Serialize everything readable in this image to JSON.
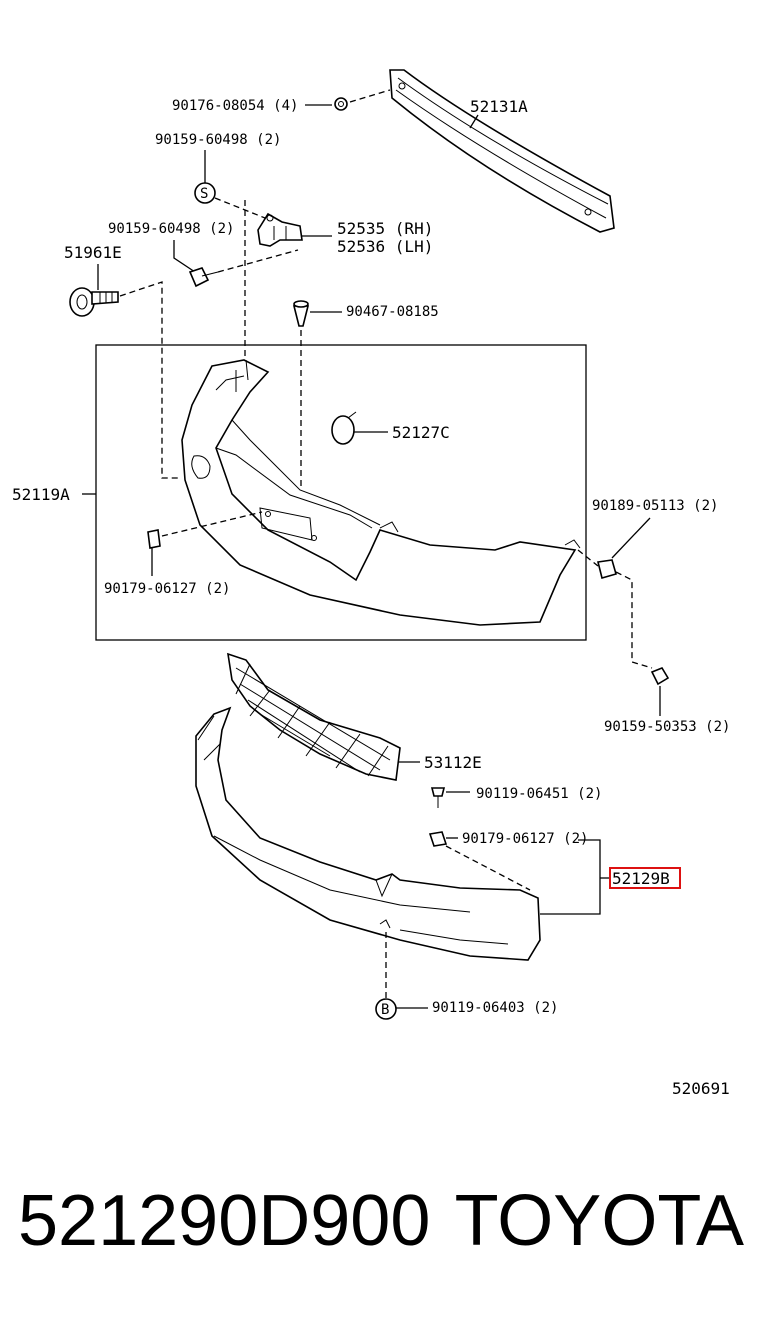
{
  "labels": {
    "p90176": "90176-08054 (4)",
    "p52131A": "52131A",
    "p90159a": "90159-60498 (2)",
    "p90159b": "90159-60498 (2)",
    "p52535": "52535 (RH)",
    "p52536": "52536 (LH)",
    "p51961E": "51961E",
    "p90467": "90467-08185",
    "p52127C": "52127C",
    "p52119A": "52119A",
    "p90189": "90189-05113 (2)",
    "p90179a": "90179-06127 (2)",
    "p90159c": "90159-50353 (2)",
    "p53112E": "53112E",
    "p90119a": "90119-06451 (2)",
    "p90179b": "90179-06127 (2)",
    "p52129B": "52129B",
    "p90119b": "90119-06403 (2)",
    "diagramCode": "520691"
  },
  "markers": {
    "s": "S",
    "b": "B"
  },
  "footer": {
    "partNumber": "521290D900",
    "brand": "TOYOTA"
  },
  "colors": {
    "highlight": "#dd1111"
  }
}
